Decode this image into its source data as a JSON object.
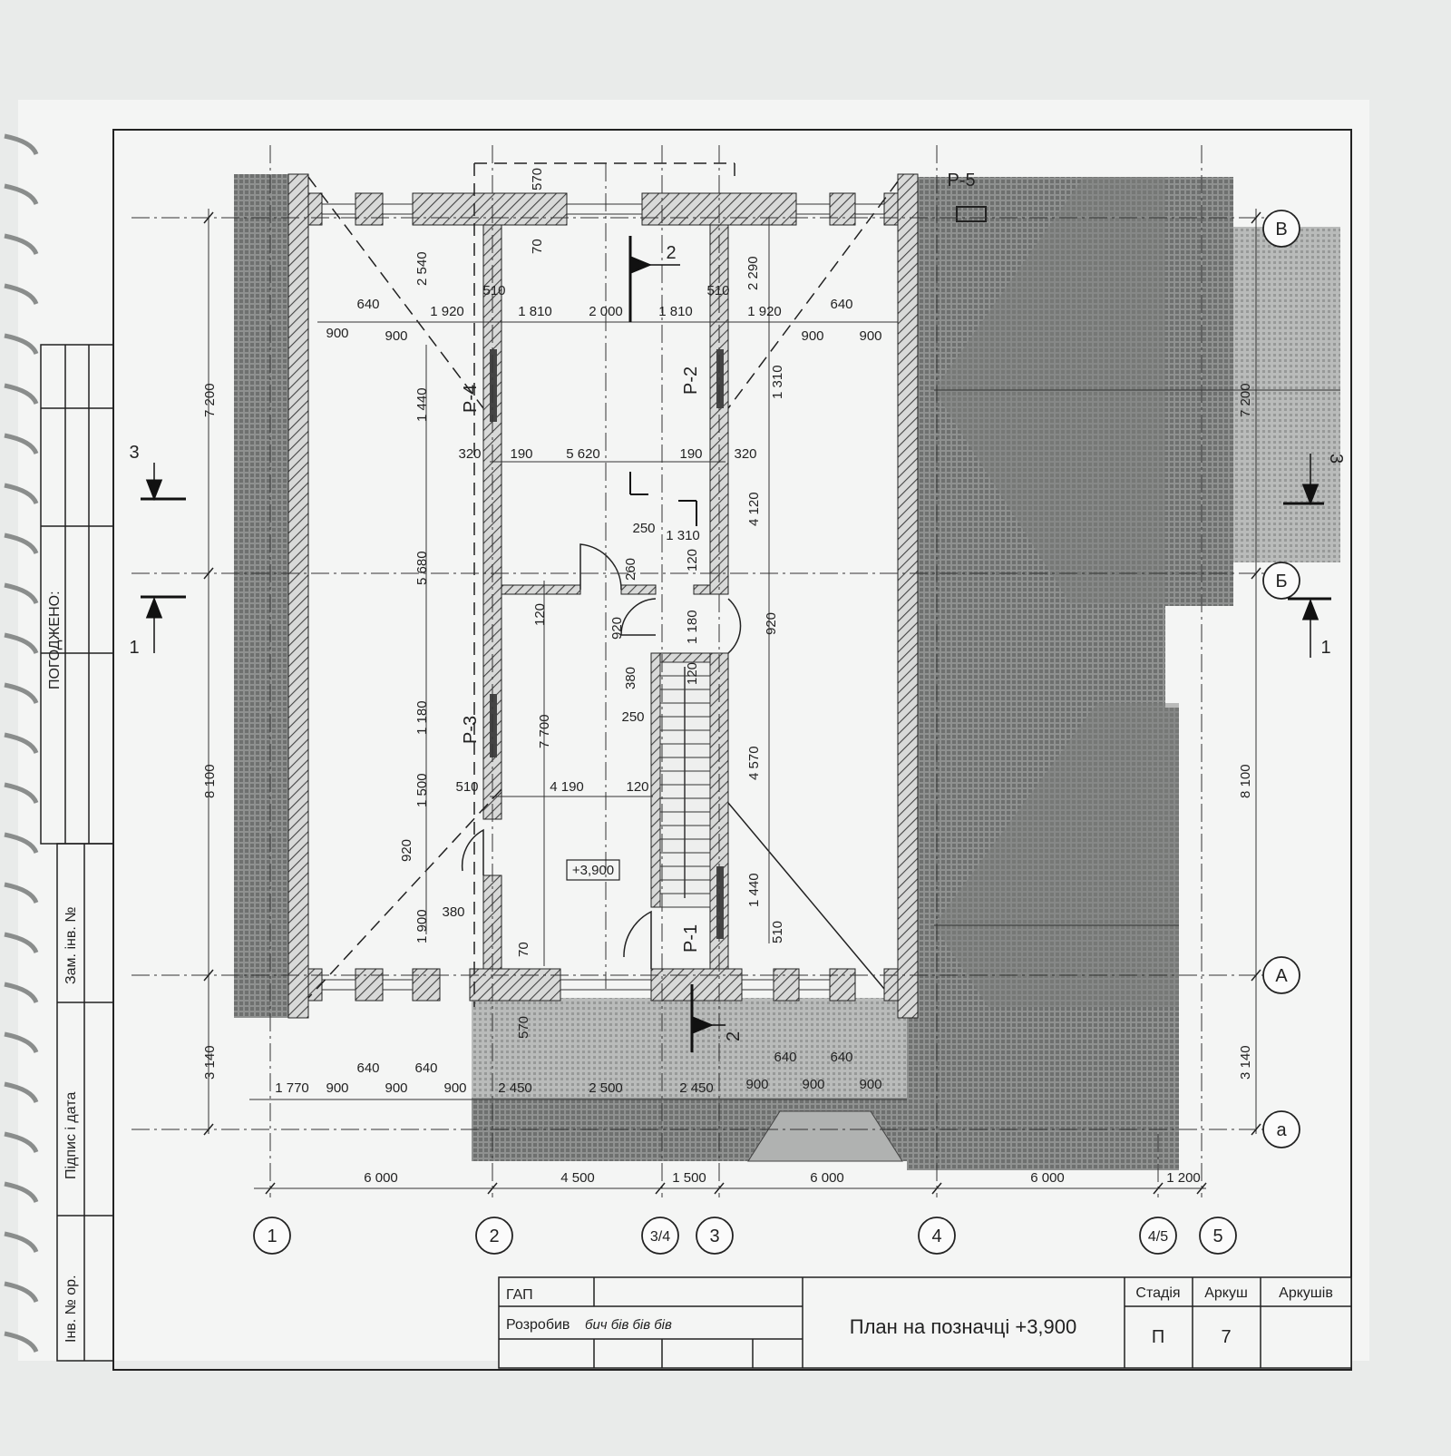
{
  "sheet": {
    "title": "План на позначці +3,900",
    "elevation_mark": "+3,900",
    "title_block": {
      "gap_label": "ГАП",
      "developed_label": "Розробив",
      "signatures": "бич бів бів бів",
      "stage_header": "Стадія",
      "sheet_header": "Аркуш",
      "sheets_header": "Аркушів",
      "stage_value": "П",
      "sheet_value": "7"
    },
    "side_stamp": {
      "inv_orig": "Інв. № ор.",
      "sign_date": "Підпис і дата",
      "repl_inv": "Зам. інв. №",
      "agreed": "ПОГОДЖЕНО:"
    }
  },
  "axes": {
    "vertical": [
      "1",
      "2",
      "3/4",
      "3",
      "4",
      "4/5",
      "5"
    ],
    "horizontal": [
      "В",
      "Б",
      "А",
      "а"
    ]
  },
  "rooms": [
    "Р-1",
    "Р-2",
    "Р-3",
    "Р-4",
    "Р-5"
  ],
  "sections": [
    "1",
    "2",
    "3"
  ],
  "dimensions": {
    "bottom_axes": [
      "6 000",
      "4 500",
      "1 500",
      "6 000",
      "6 000",
      "1 200"
    ],
    "bottom_windows": [
      "1 770",
      "900",
      "640",
      "900",
      "640",
      "900",
      "2 450",
      "2 500",
      "2 450",
      "900",
      "640",
      "900",
      "640",
      "900"
    ],
    "top_windows": [
      "900",
      "640",
      "900",
      "1 920",
      "510",
      "1 810",
      "2 000",
      "1 810",
      "510",
      "1 920",
      "900",
      "640",
      "900"
    ],
    "top_small": [
      "570",
      "70",
      "2 540",
      "2 290"
    ],
    "left_axes": [
      "7 200",
      "8 100",
      "3 140"
    ],
    "right_axes": [
      "7 200",
      "8 100",
      "3 140"
    ],
    "inner_left": [
      "1 440",
      "5 680",
      "1 180",
      "1 500",
      "920",
      "1 900"
    ],
    "inner_mid": [
      "320",
      "190",
      "5 620",
      "190",
      "320",
      "250",
      "1 310",
      "260",
      "120",
      "120",
      "920",
      "1 180",
      "920",
      "380",
      "120",
      "250",
      "7 700",
      "510",
      "4 190",
      "120",
      "380",
      "70",
      "570"
    ],
    "inner_right": [
      "1 310",
      "4 120",
      "4 570",
      "1 440",
      "510"
    ]
  }
}
